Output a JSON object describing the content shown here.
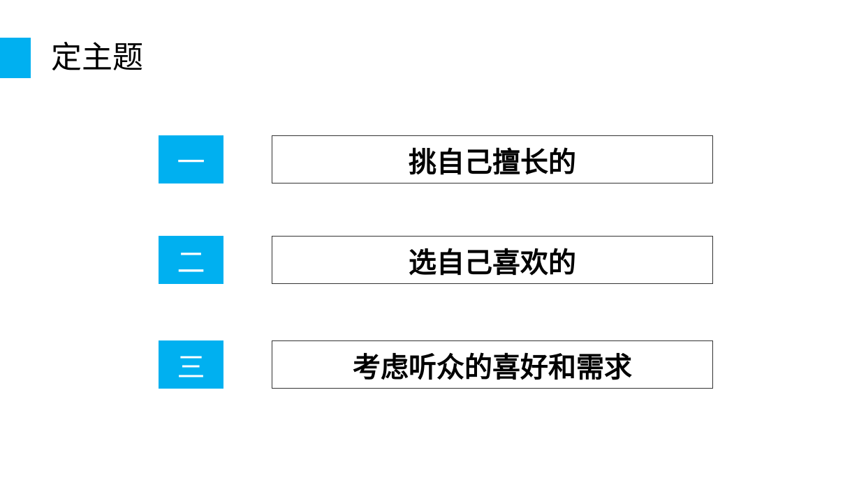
{
  "header": {
    "title": "定主题",
    "accent_color": "#00b0f0"
  },
  "items": [
    {
      "number": "一",
      "text": "挑自己擅长的"
    },
    {
      "number": "二",
      "text": "选自己喜欢的"
    },
    {
      "number": "三",
      "text": "考虑听众的喜好和需求"
    }
  ]
}
